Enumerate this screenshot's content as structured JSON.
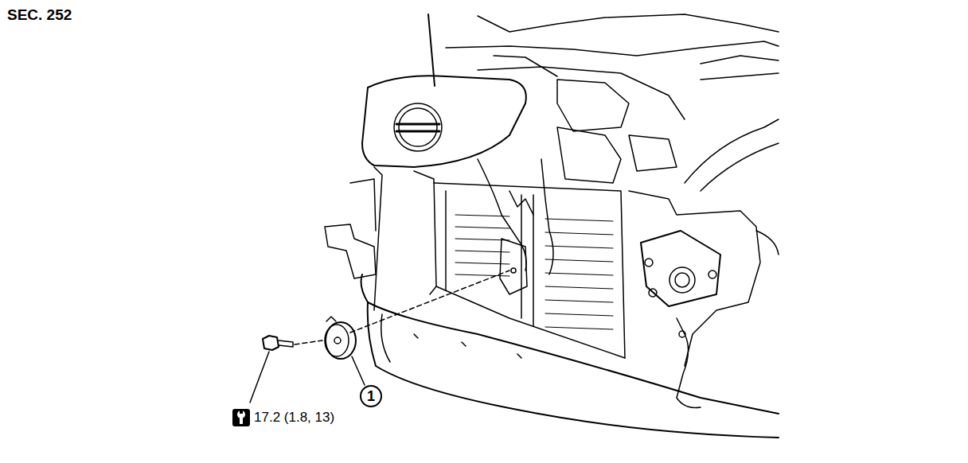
{
  "diagram": {
    "title": "SEC. 252",
    "nodes": [
      {
        "text": [
          "1"
        ]
      }
    ],
    "labels": [
      "17.2 (1.8, 13)"
    ]
  }
}
